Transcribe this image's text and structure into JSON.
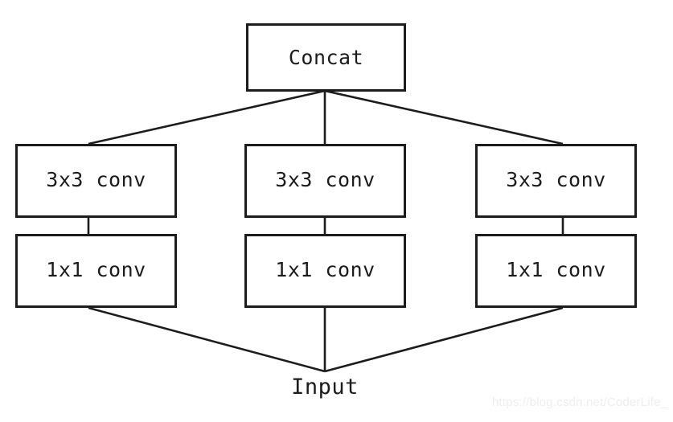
{
  "diagram": {
    "type": "neural-network-block-diagram",
    "title_text": "Concat",
    "background_color": "#ffffff",
    "stroke_color": "#1c1c1c",
    "nodes": {
      "concat": {
        "label": "Concat"
      },
      "branch_left": {
        "conv_top": {
          "label": "3x3 conv"
        },
        "conv_bottom": {
          "label": "1x1 conv"
        }
      },
      "branch_middle": {
        "conv_top": {
          "label": "3x3 conv"
        },
        "conv_bottom": {
          "label": "1x1 conv"
        }
      },
      "branch_right": {
        "conv_top": {
          "label": "3x3 conv"
        },
        "conv_bottom": {
          "label": "1x1 conv"
        }
      },
      "input": {
        "label": "Input"
      }
    },
    "watermark": {
      "text": "https://blog.csdn.net/CoderLife_"
    }
  }
}
